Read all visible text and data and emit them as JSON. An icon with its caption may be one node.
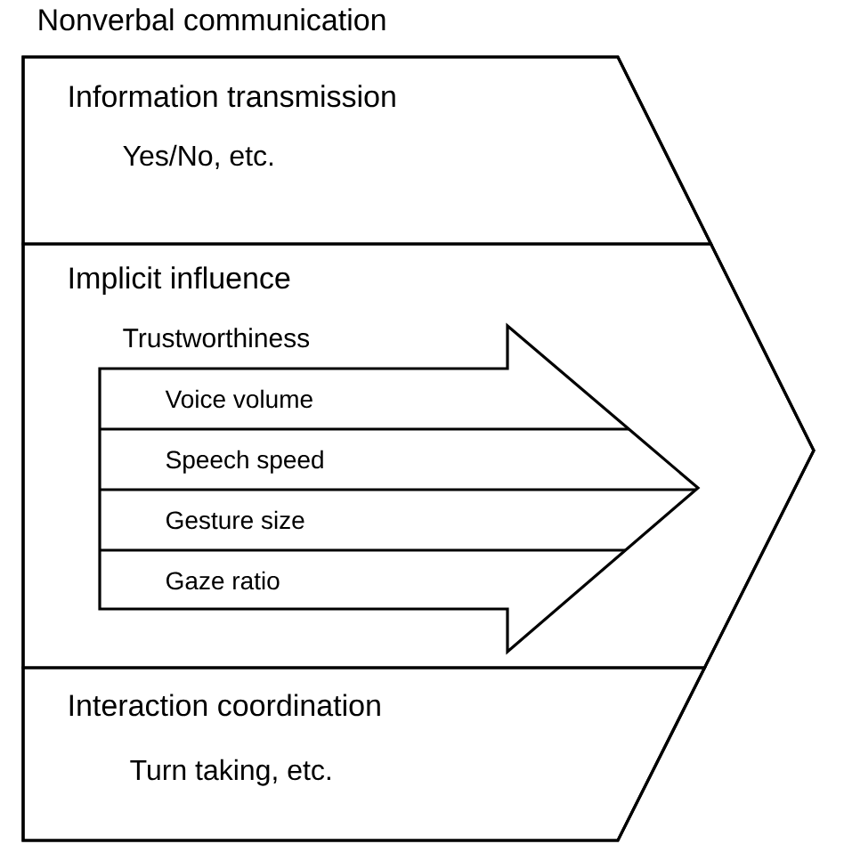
{
  "diagram": {
    "nodes": [
      {
        "text": [
          "Nonverbal communication"
        ]
      },
      {
        "text": [
          "Information transmission",
          "Yes/No, etc."
        ],
        "in": 0
      },
      {
        "text": [
          "Implicit influence"
        ],
        "in": 0
      },
      {
        "text": [
          "Trustworthiness"
        ],
        "in": 2
      },
      {
        "text": [
          "Voice volume"
        ],
        "in": 3
      },
      {
        "text": [
          "Speech speed"
        ],
        "in": 3
      },
      {
        "text": [
          "Gesture size"
        ],
        "in": 3
      },
      {
        "text": [
          "Gaze ratio"
        ],
        "in": 3
      },
      {
        "text": [
          "Interaction coordination",
          "Turn taking, etc."
        ],
        "in": 0
      }
    ]
  }
}
